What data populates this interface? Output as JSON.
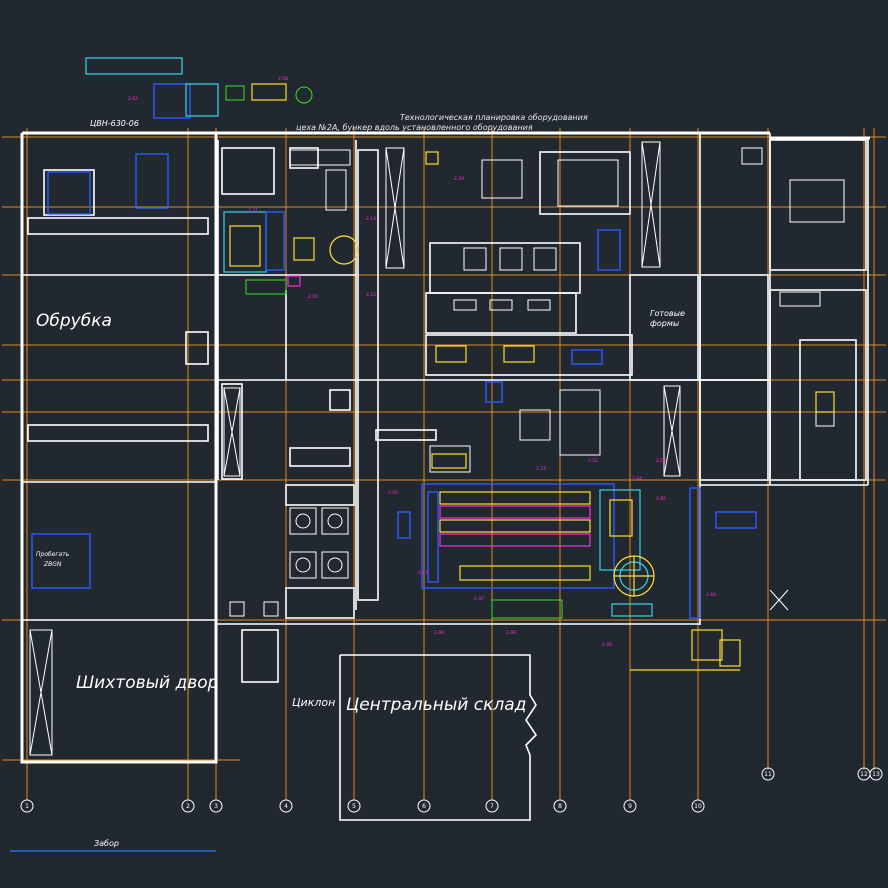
{
  "drawing": {
    "title_line1": "Технологическая планировка оборудования",
    "title_line2": "цеха №2А, бункер вдоль установленного оборудования",
    "header_tag": "ЦВН-630-06"
  },
  "rooms": {
    "obrubka": "Обрубка",
    "shikhtovy_dvor": "Шихтовый двор",
    "tsentralny_sklad": "Центральный склад",
    "tsiklon": "Циклон",
    "gotovye_formy_1": "Готовые",
    "gotovye_formy_2": "формы",
    "probeg_1": "Пробегать",
    "probeg_2": "ZBGN"
  },
  "footer": {
    "zabor": "Забор"
  },
  "axes": {
    "bottom_labels": [
      "1",
      "2",
      "3",
      "4",
      "5",
      "6",
      "7",
      "8",
      "9",
      "10",
      "11",
      "12",
      "13"
    ]
  },
  "colors": {
    "background": "#212830",
    "grid": "#e08a1e",
    "walls": "#ffffff",
    "equipment_cyan": "#34d6e8",
    "equipment_yellow": "#ffe033",
    "equipment_magenta": "#ff2bd6",
    "equipment_blue": "#2a5cff",
    "equipment_green": "#37e028"
  }
}
